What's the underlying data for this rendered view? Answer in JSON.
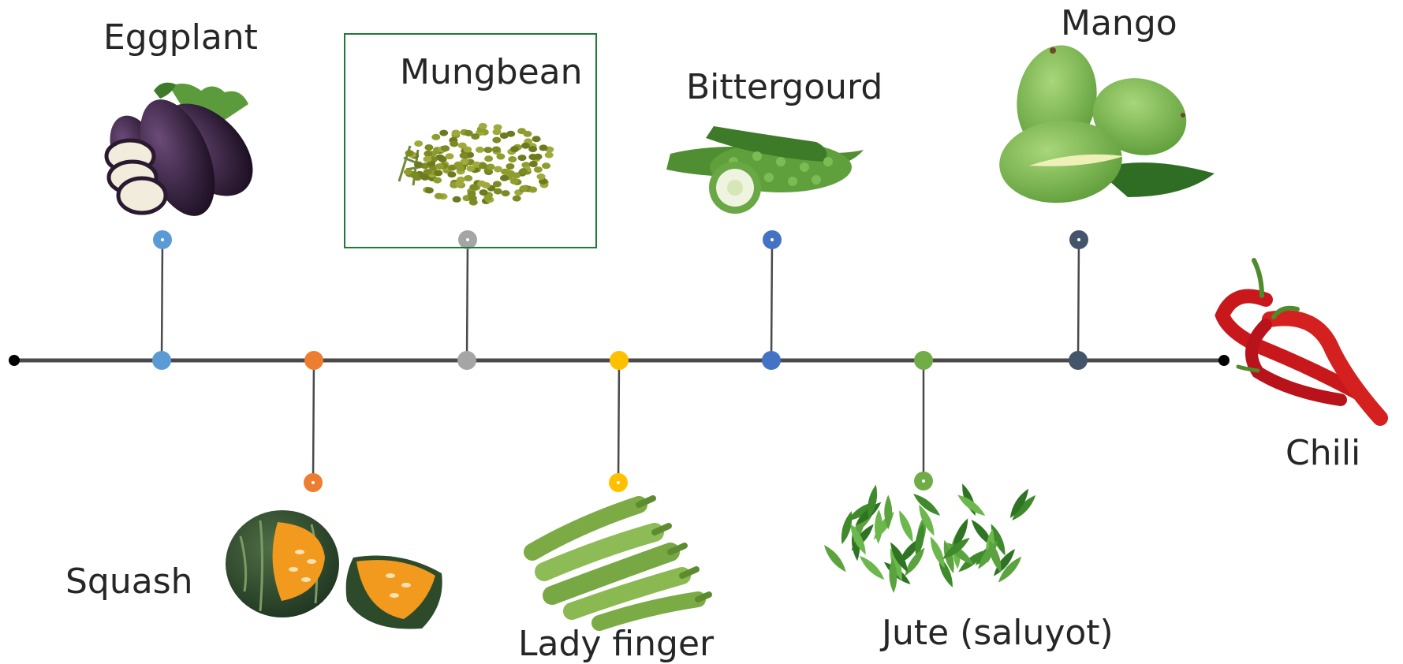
{
  "timeline": {
    "line_color": "#4a4a4a",
    "endpoint_color": "#000000",
    "items": [
      {
        "label": "Eggplant",
        "color": "#5b9bd5",
        "side": "above",
        "icon": "eggplant-picture"
      },
      {
        "label": "Squash",
        "color": "#ed7d31",
        "side": "below",
        "icon": "squash-picture"
      },
      {
        "label": "Mungbean",
        "color": "#a5a5a5",
        "side": "above",
        "icon": "mungbean-picture",
        "highlighted": true
      },
      {
        "label": "Lady finger",
        "color": "#ffc000",
        "side": "below",
        "icon": "okra-picture"
      },
      {
        "label": "Bittergourd",
        "color": "#4472c4",
        "side": "above",
        "icon": "bittergourd-picture"
      },
      {
        "label": "Jute (saluyot)",
        "color": "#70ad47",
        "side": "below",
        "icon": "jute-leaves-picture"
      },
      {
        "label": "Mango",
        "color": "#44546a",
        "side": "above",
        "icon": "mango-picture"
      }
    ],
    "end_item": {
      "label": "Chili",
      "icon": "chili-picture"
    },
    "highlight_color": "#1e7a36"
  }
}
